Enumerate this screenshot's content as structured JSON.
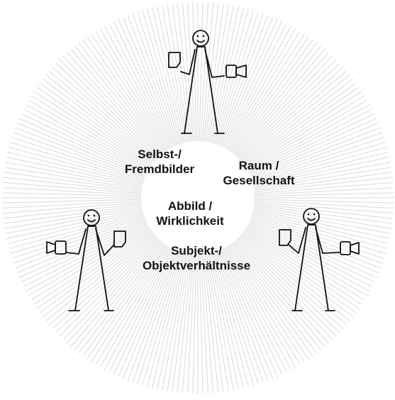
{
  "labels": {
    "self_image": {
      "line1": "Selbst-/",
      "line2": "Fremdbilder"
    },
    "space_society": {
      "line1": "Raum /",
      "line2": "Gesellschaft"
    },
    "image_reality": {
      "line1": "Abbild /",
      "line2": "Wirklichkeit"
    },
    "subject_object": {
      "line1": "Subjekt-/",
      "line2": "Objektverhältnisse"
    }
  },
  "figures": [
    {
      "id": "top",
      "icon": "stick-figure-icon",
      "holds": [
        "photo-icon",
        "video-camera-icon"
      ]
    },
    {
      "id": "left",
      "icon": "stick-figure-icon",
      "holds": [
        "video-camera-icon",
        "photo-icon"
      ]
    },
    {
      "id": "right",
      "icon": "stick-figure-icon",
      "holds": [
        "photo-icon",
        "video-camera-icon"
      ]
    }
  ],
  "colors": {
    "ink": "#111111",
    "rays": "#d9d9d9",
    "background": "#ffffff"
  }
}
